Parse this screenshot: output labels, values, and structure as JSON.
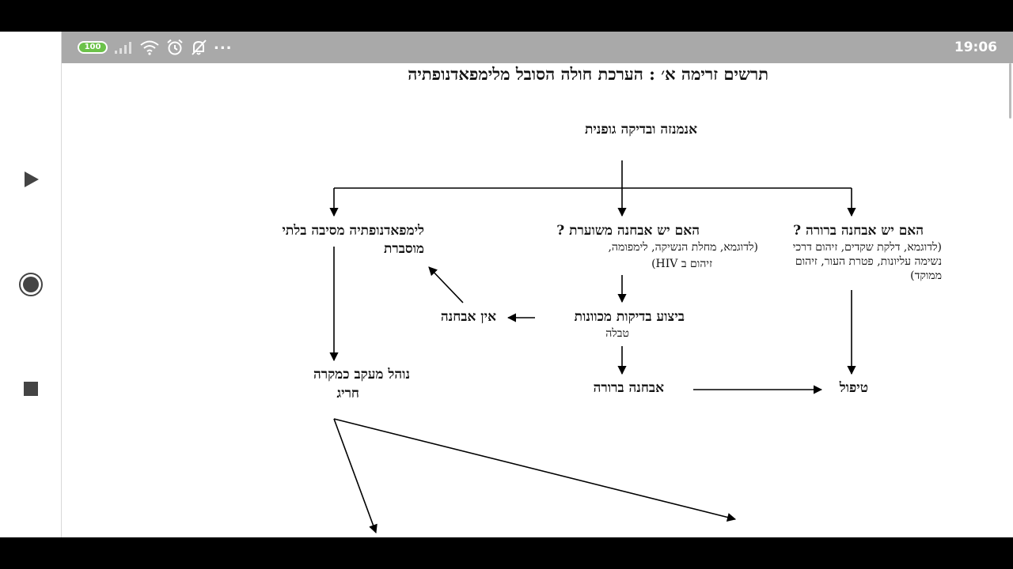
{
  "status_bar": {
    "battery_level": "100",
    "clock": "19:06",
    "more_indicator": "..."
  },
  "nav": {
    "buttons": [
      "play-icon",
      "record-icon",
      "stop-icon"
    ]
  },
  "document": {
    "title": "תרשים זרימה א׳ : הערכת חולה הסובל מלימפאדנופתיה",
    "nodes": {
      "history_exam": "אנמנזה ובדיקה גופנית",
      "clear_dx_title": "האם יש אבחנה ברורה ?",
      "clear_dx_examples": [
        "(לדוגמא, דלקת שקדים, זיהום דרכי",
        "נשימה עליונות, פטרת העור, זיהום",
        "ממוקד)"
      ],
      "suspected_dx_title": "האם יש אבחנה משוערת ?",
      "suspected_dx_examples": [
        "(לדוגמא, מחלת הנשיקה, לימפומה,",
        "זיהום ב HIV)"
      ],
      "unexplained_title": [
        "לימפאדנופתיה מסיבה בלתי",
        "מוסברת"
      ],
      "targeted_tests": "ביצוע בדיקות מכוונות",
      "targeted_tests_note": "טבלה",
      "no_dx": "אין אבחנה",
      "clear_dx_result": "אבחנה ברורה",
      "treatment": "טיפול",
      "followup": [
        "נוהל מעקב כמקרה",
        "חריג"
      ]
    }
  }
}
